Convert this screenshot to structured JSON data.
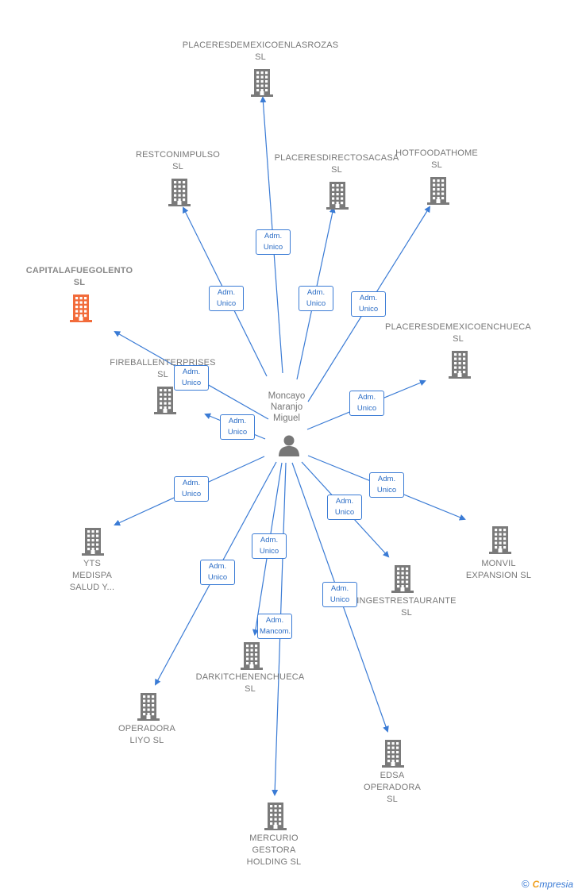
{
  "center": {
    "name": "Moncayo\nNaranjo\nMiguel",
    "icon": "person-icon"
  },
  "companies": [
    {
      "id": "placeres-las-rozas",
      "name": "PLACERESDEMEXICOENLASROZAS\nSL",
      "role": "Adm.\nUnico",
      "highlight": false
    },
    {
      "id": "restconimpulso",
      "name": "RESTCONIMPULSO\nSL",
      "role": "Adm.\nUnico",
      "highlight": false
    },
    {
      "id": "placeresdirectosacasa",
      "name": "PLACERESDIRECTOSACASA\nSL",
      "role": "Adm.\nUnico",
      "highlight": false
    },
    {
      "id": "hotfoodathome",
      "name": "HOTFOODATHOME\nSL",
      "role": "Adm.\nUnico",
      "highlight": false
    },
    {
      "id": "capitalafuegolento",
      "name": "CAPITALAFUEGOLENTO\nSL",
      "role": "Adm.\nUnico",
      "highlight": true
    },
    {
      "id": "placeres-chueca",
      "name": "PLACERESDEMEXICOENCHUECA\nSL",
      "role": "Adm.\nUnico",
      "highlight": false
    },
    {
      "id": "fireballenterprises",
      "name": "FIREBALLENTERPRISES\nSL",
      "role": "Adm.\nUnico",
      "highlight": false
    },
    {
      "id": "yts-medispa",
      "name": "YTS\nMEDISPA\nSALUD Y...",
      "role": "Adm.\nUnico",
      "highlight": false
    },
    {
      "id": "monvil",
      "name": "MONVIL\nEXPANSION SL",
      "role": "Adm.\nUnico",
      "highlight": false
    },
    {
      "id": "ingestrestaurante",
      "name": "INGESTRESTAURANTE\nSL",
      "role": "Adm.\nUnico",
      "highlight": false
    },
    {
      "id": "operadora-liyo",
      "name": "OPERADORA\nLIYO SL",
      "role": "Adm.\nUnico",
      "highlight": false
    },
    {
      "id": "darkitchen",
      "name": "DARKITCHENENCHUECA\nSL",
      "role": "Adm.\nUnico",
      "highlight": false
    },
    {
      "id": "mercurio",
      "name": "MERCURIO\nGESTORA\nHOLDING SL",
      "role": "Adm.\nMancom.",
      "highlight": false
    },
    {
      "id": "edsa",
      "name": "EDSA\nOPERADORA\nSL",
      "role": "Adm.\nUnico",
      "highlight": false
    }
  ],
  "colors": {
    "edge": "#3a7bd5",
    "building": "#7a7a7a",
    "highlight_building": "#f26b3a",
    "label": "#777777"
  },
  "footer": {
    "copyright_symbol": "©",
    "brand_first": "C",
    "brand_rest": "mpresia"
  }
}
